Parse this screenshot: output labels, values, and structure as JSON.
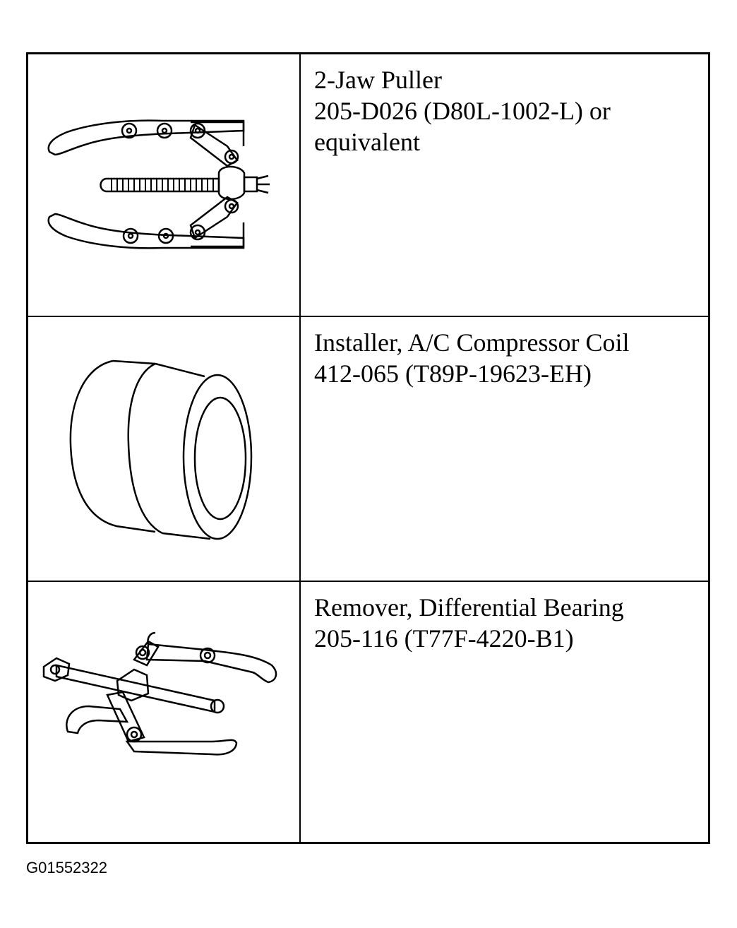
{
  "tools": [
    {
      "name_line": "2-Jaw Puller",
      "part_lines": [
        "205-D026 (D80L-1002-L) or",
        "equivalent"
      ],
      "icon": "two-jaw-puller-icon"
    },
    {
      "name_line": "Installer, A/C Compressor Coil",
      "part_lines": [
        "412-065 (T89P-19623-EH)"
      ],
      "icon": "compressor-coil-installer-icon"
    },
    {
      "name_line": "Remover, Differential Bearing",
      "part_lines": [
        "205-116 (T77F-4220-B1)"
      ],
      "icon": "differential-bearing-remover-icon"
    }
  ],
  "figure_code": "G01552322"
}
